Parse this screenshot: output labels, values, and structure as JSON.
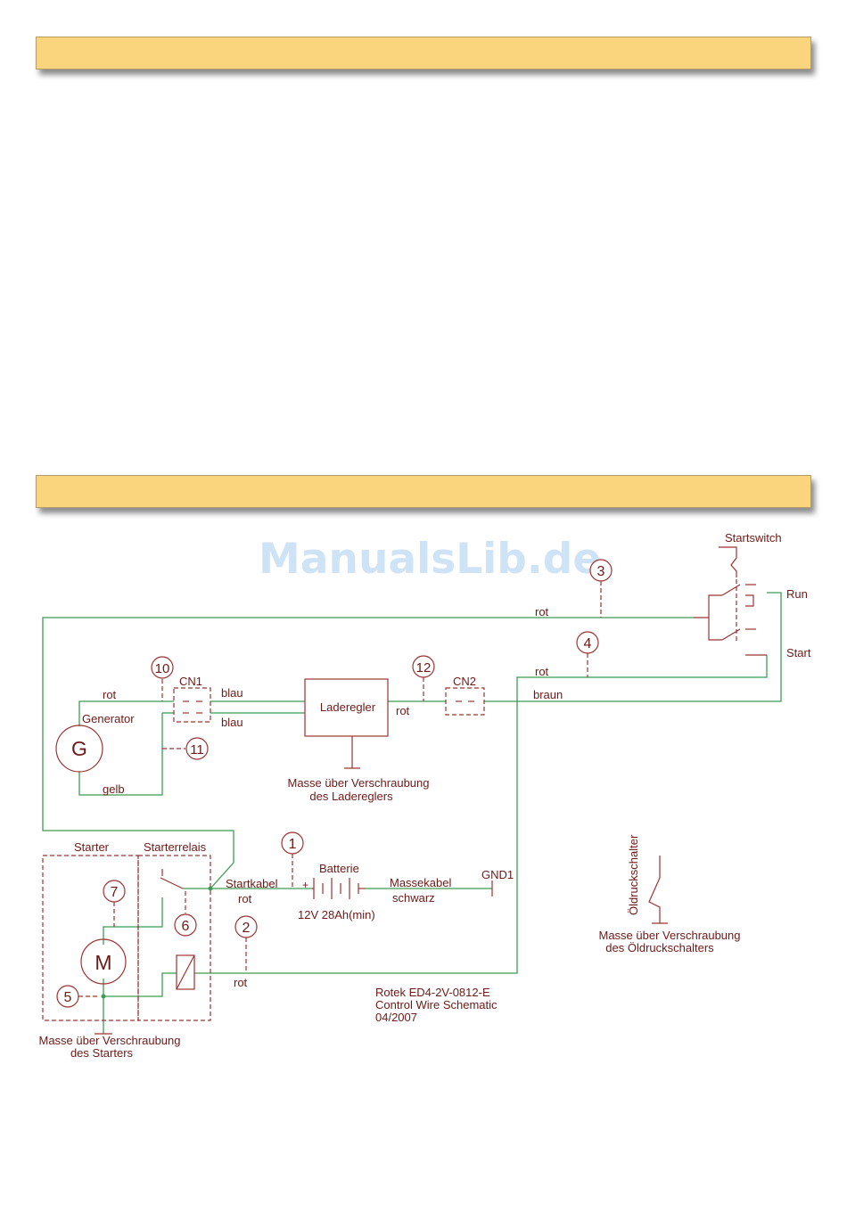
{
  "watermark": "ManualsLib.de",
  "labels": {
    "startswitch": "Startswitch",
    "run": "Run",
    "start": "Start",
    "rot_top": "rot",
    "rot_4": "rot",
    "braun": "braun",
    "rot_gen": "rot",
    "generator": "Generator",
    "gen_symbol": "G",
    "cn1": "CN1",
    "cn2": "CN2",
    "blau1": "blau",
    "blau2": "blau",
    "laderegler": "Laderegler",
    "rot_lr": "rot",
    "gelb": "gelb",
    "masse_lr_1": "Masse über Verschraubung",
    "masse_lr_2": "des Ladereglers",
    "starter": "Starter",
    "starterrelais": "Starterrelais",
    "motor_symbol": "M",
    "startkabel": "Startkabel",
    "rot_sk": "rot",
    "batterie": "Batterie",
    "plus": "+",
    "battery_spec": "12V 28Ah(min)",
    "massekabel": "Massekabel",
    "schwarz": "schwarz",
    "gnd1": "GND1",
    "rot_relay": "rot",
    "masse_st_1": "Masse über Verschraubung",
    "masse_st_2": "des Starters",
    "oeldruckschalter": "Öldruckschalter",
    "masse_oel_1": "Masse über Verschraubung",
    "masse_oel_2": "des Öldruckschalters",
    "ref_1": "Rotek ED4-2V-0812-E",
    "ref_2": "Control Wire Schematic",
    "ref_3": "04/2007"
  },
  "callouts": [
    "1",
    "2",
    "3",
    "4",
    "5",
    "6",
    "7",
    "10",
    "11",
    "12"
  ]
}
